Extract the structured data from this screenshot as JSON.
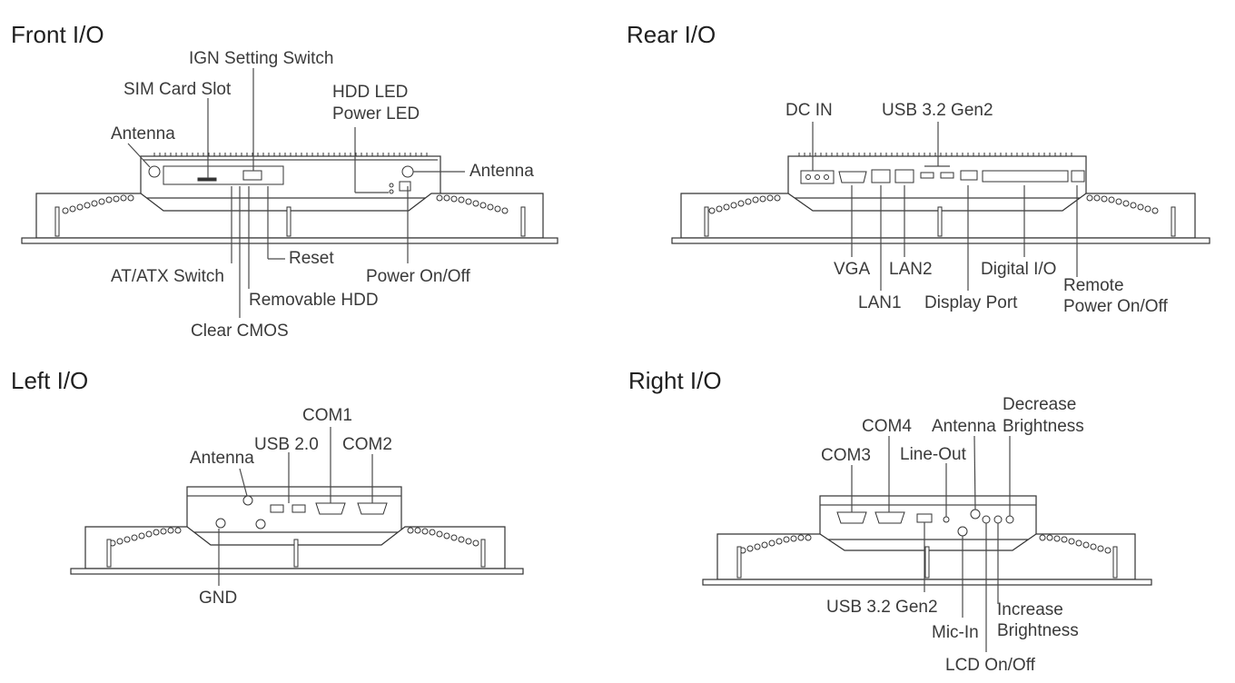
{
  "sections": {
    "front": {
      "title": "Front I/O",
      "labels": {
        "ign_setting_switch": "IGN Setting Switch",
        "sim_card_slot": "SIM Card Slot",
        "hdd_led": "HDD LED",
        "power_led": "Power LED",
        "antenna_left": "Antenna",
        "antenna_right": "Antenna",
        "reset": "Reset",
        "at_atx_switch": "AT/ATX Switch",
        "power_on_off": "Power On/Off",
        "removable_hdd": "Removable HDD",
        "clear_cmos": "Clear CMOS"
      }
    },
    "rear": {
      "title": "Rear I/O",
      "labels": {
        "dc_in": "DC IN",
        "usb_32_gen2": "USB 3.2 Gen2",
        "vga": "VGA",
        "lan2": "LAN2",
        "digital_io": "Digital I/O",
        "remote_line1": "Remote",
        "remote_line2": "Power On/Off",
        "lan1": "LAN1",
        "display_port": "Display Port"
      }
    },
    "left": {
      "title": "Left I/O",
      "labels": {
        "com1": "COM1",
        "usb_20": "USB 2.0",
        "com2": "COM2",
        "antenna": "Antenna",
        "gnd": "GND"
      }
    },
    "right": {
      "title": "Right I/O",
      "labels": {
        "decrease_line1": "Decrease",
        "decrease_line2": "Brightness",
        "com4": "COM4",
        "antenna": "Antenna",
        "com3": "COM3",
        "line_out": "Line-Out",
        "usb_32_gen2": "USB 3.2 Gen2",
        "increase_line1": "Increase",
        "increase_line2": "Brightness",
        "mic_in": "Mic-In",
        "lcd_on_off": "LCD On/Off"
      }
    }
  }
}
